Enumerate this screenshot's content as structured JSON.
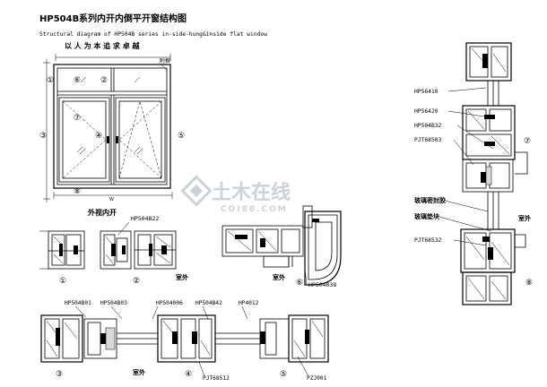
{
  "header": {
    "title_code": "HP504B",
    "title_cn": "系列内开内倒平开窗结构图",
    "subtitle_en": "Structural diagram of HP504B series in-side-hung&inside flat window",
    "slogan": "以 人 为 本   追 求 卓 越"
  },
  "elevation": {
    "caption": "外视内开",
    "top_right_label": "附框",
    "circle_labels": [
      "①",
      "②",
      "③",
      "④",
      "⑤",
      "⑥",
      "⑦",
      "⑧"
    ],
    "width_label": "W"
  },
  "section_row1": {
    "part_label": "HP504B22",
    "circle_labels": [
      "①",
      "②"
    ],
    "outdoor_label": "室外"
  },
  "section_corner": {
    "part_label": "HP504038",
    "outdoor_label": "室外",
    "circle_label": "⑥"
  },
  "section_bottom": {
    "labels": [
      "HP504B01",
      "HP504B03",
      "HP504006",
      "HP504B42",
      "HP4012",
      "PJT68512",
      "PZJ001"
    ],
    "circle_labels": [
      "③",
      "④",
      "⑤"
    ],
    "outdoor_label": "室外"
  },
  "vertical_section": {
    "labels": [
      "HP56410",
      "HP56420",
      "HP504B32",
      "PJT68503",
      "玻璃密封胶",
      "玻璃垫块",
      "PJT68532"
    ],
    "outdoor_label": "室外",
    "circle_labels": [
      "⑦",
      "⑧"
    ]
  },
  "watermark": {
    "main": "土木在线",
    "sub": "COI88.COM"
  },
  "colors": {
    "line": "#000000",
    "background": "#ffffff",
    "watermark": "#c4cbd4"
  }
}
